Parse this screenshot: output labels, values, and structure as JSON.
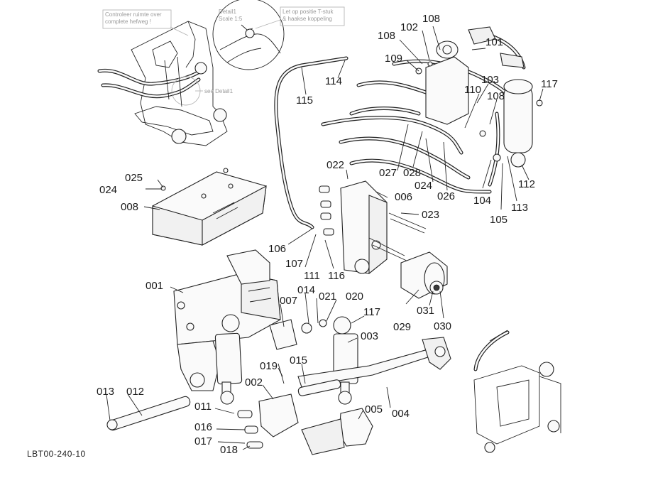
{
  "diagram": {
    "drawing_id": "LBT00-240-10",
    "notes": {
      "note_check": "Controleer ruimte over\ncomplete hefweg !",
      "detail_label": "Detail1\nScale 1:5",
      "note_connect": "Let op positie T-stuk\n& haakse koppeling",
      "see_detail": "see Detail1"
    },
    "callouts": {
      "c001": "001",
      "c002": "002",
      "c003": "003",
      "c004": "004",
      "c005": "005",
      "c006": "006",
      "c007": "007",
      "c008": "008",
      "c011": "011",
      "c012": "012",
      "c013": "013",
      "c014": "014",
      "c015": "015",
      "c016": "016",
      "c017": "017",
      "c018": "018",
      "c019": "019",
      "c020": "020",
      "c021": "021",
      "c022": "022",
      "c023": "023",
      "c024a": "024",
      "c024b": "024",
      "c025": "025",
      "c026": "026",
      "c027": "027",
      "c028": "028",
      "c029": "029",
      "c030": "030",
      "c031": "031",
      "c101": "101",
      "c102": "102",
      "c103": "103",
      "c104": "104",
      "c105": "105",
      "c106": "106",
      "c107": "107",
      "c108a": "108",
      "c108b": "108",
      "c108c": "108",
      "c109": "109",
      "c110": "110",
      "c111": "111",
      "c112": "112",
      "c113": "113",
      "c114": "114",
      "c115": "115",
      "c116": "116",
      "c117a": "117",
      "c117b": "117"
    }
  }
}
